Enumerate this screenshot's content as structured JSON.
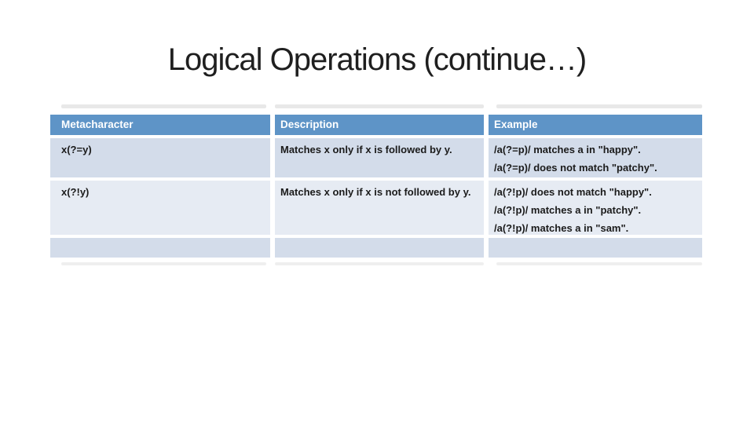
{
  "slide": {
    "title": "Logical Operations (continue…)",
    "background_color": "#ffffff",
    "title_color": "#1f1f1f"
  },
  "table": {
    "headers": [
      "Metacharacter",
      "Description",
      "Example"
    ],
    "rows": [
      {
        "metacharacter": "x(?=y)",
        "description": "Matches x only if x is followed by y.",
        "examples": [
          "/a(?=p)/ matches a in \"happy\".",
          "/a(?=p)/ does not match \"patchy\"."
        ]
      },
      {
        "metacharacter": "x(?!y)",
        "description": "Matches x only if x is not followed by y.",
        "examples": [
          "/a(?!p)/ does not match \"happy\".",
          "/a(?!p)/ matches a in \"patchy\".",
          "/a(?!p)/ matches a in \"sam\"."
        ]
      },
      {
        "metacharacter": "",
        "description": "",
        "examples": []
      }
    ],
    "colors": {
      "header_bg": "#5e94c7",
      "header_text": "#ffffff",
      "row_band_dark": "#d3dcea",
      "row_band_light": "#e6ebf3",
      "body_text": "#1b1b1b",
      "accent_strip_top": "#e8e8e8",
      "accent_strip_bottom": "#efefef",
      "cell_gutter": "#ffffff"
    }
  }
}
